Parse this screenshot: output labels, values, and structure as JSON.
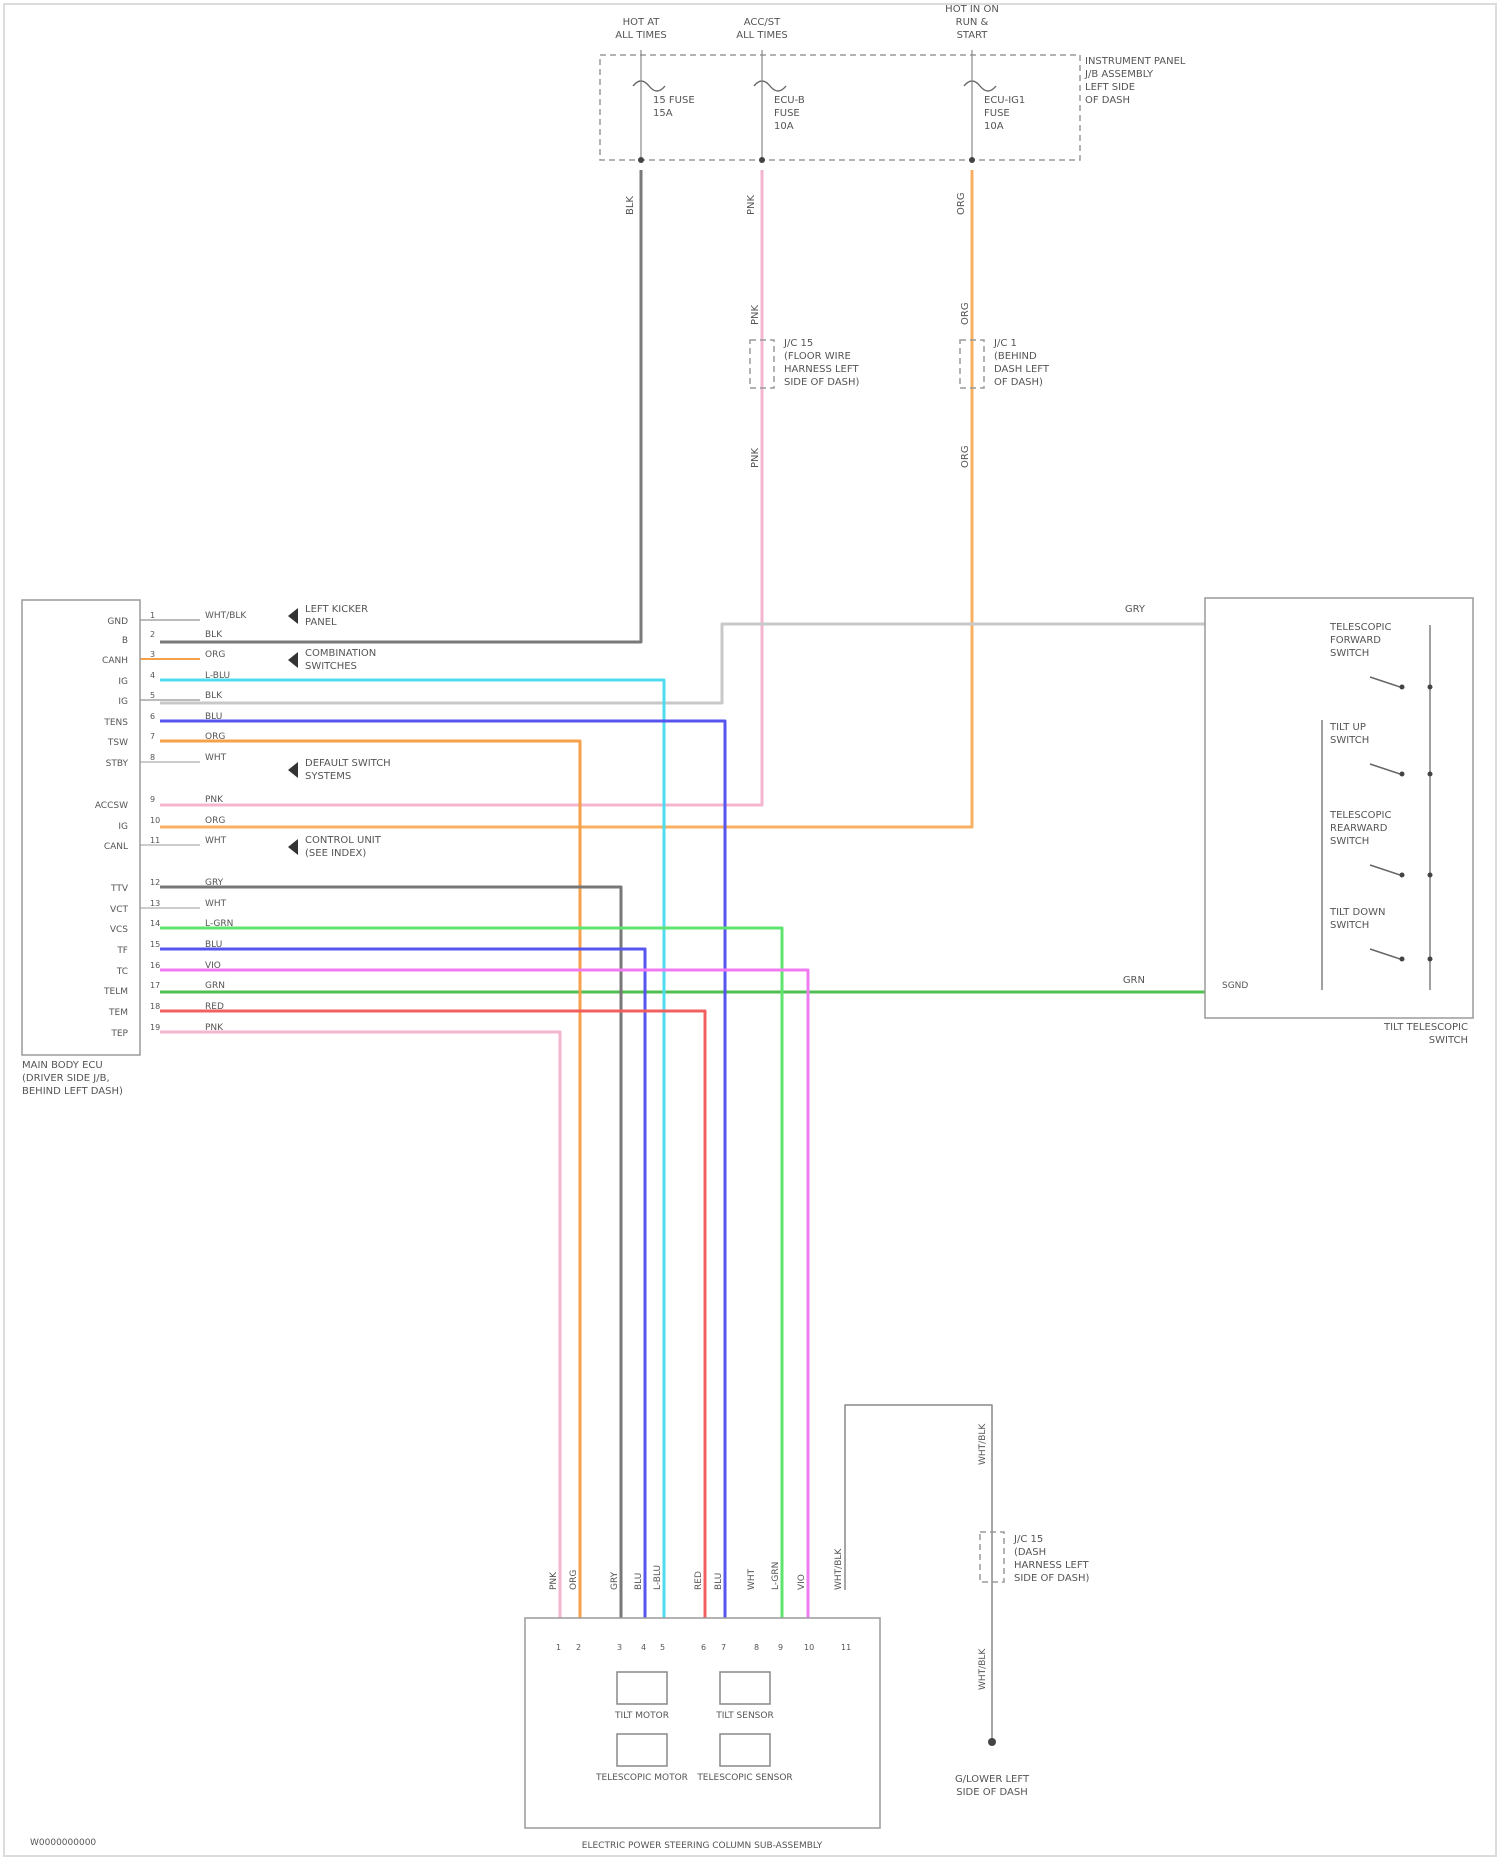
{
  "fuse_box": {
    "label_lines": [
      "INSTRUMENT PANEL",
      "J/B ASSEMBLY",
      "LEFT SIDE",
      "OF DASH"
    ],
    "circuits": [
      {
        "header": [
          "HOT AT",
          "ALL TIMES"
        ],
        "fuse": [
          "15 FUSE",
          "15A"
        ],
        "wire": "BLK",
        "wire_color": "#7a7a7a"
      },
      {
        "header": [
          "ACC/ST",
          "ALL TIMES"
        ],
        "fuse": [
          "ECU-B",
          "FUSE",
          "10A"
        ],
        "wire": "PNK",
        "wire_color": "#f4b6cf"
      },
      {
        "header": [
          "HOT IN ON",
          "RUN &",
          "START"
        ],
        "fuse": [
          "ECU-IG1",
          "FUSE",
          "10A"
        ],
        "wire": "ORG",
        "wire_color": "#f7b062"
      }
    ]
  },
  "junctions": [
    {
      "label": [
        "J/C 15",
        "(FLOOR WIRE",
        "HARNESS LEFT",
        "SIDE OF DASH)"
      ],
      "wire_in": "PNK",
      "wire_out": "PNK"
    },
    {
      "label": [
        "J/C 1",
        "(BEHIND",
        "DASH LEFT",
        "OF DASH)"
      ],
      "wire_in": "ORG",
      "wire_out": "ORG"
    }
  ],
  "ecu": {
    "title_lines": [
      "MAIN BODY ECU",
      "(DRIVER SIDE J/B,",
      "BEHIND LEFT DASH)"
    ],
    "pins": [
      {
        "name": "GND",
        "color": "#bbbbbb",
        "wire": "WHT/BLK"
      },
      {
        "name": "B",
        "color": "#6f6f6f",
        "wire": "BLK"
      },
      {
        "name": "CANH",
        "color": "#f5a04a",
        "wire": "ORG"
      },
      {
        "name": "IG",
        "color": "#4fdcee",
        "wire": "L-BLU"
      },
      {
        "name": "IG",
        "color": "#bbbbbb",
        "wire": "BLK"
      },
      {
        "name": "TENS",
        "color": "#5656ee",
        "wire": "BLU"
      },
      {
        "name": "TSW",
        "color": "#f5a04a",
        "wire": "ORG"
      },
      {
        "name": "STBY",
        "color": "#cccccc",
        "wire": "WHT"
      },
      {
        "name": "ACCSW",
        "color": "#f4b6cf",
        "wire": "PNK"
      },
      {
        "name": "IG",
        "color": "#f5a04a",
        "wire": "ORG"
      },
      {
        "name": "CANL",
        "color": "#cccccc",
        "wire": "WHT"
      },
      {
        "name": "TTV",
        "color": "#777777",
        "wire": "GRY"
      },
      {
        "name": "VCT",
        "color": "#cccccc",
        "wire": "WHT"
      },
      {
        "name": "VCS",
        "color": "#5fe46f",
        "wire": "L-GRN"
      },
      {
        "name": "TF",
        "color": "#5656ee",
        "wire": "BLU"
      },
      {
        "name": "TC",
        "color": "#f07af0",
        "wire": "VIO"
      },
      {
        "name": "TELM",
        "color": "#4fbf4f",
        "wire": "GRN"
      },
      {
        "name": "TEM",
        "color": "#f06060",
        "wire": "RED"
      },
      {
        "name": "TEP",
        "color": "#f4b6cf",
        "wire": "PNK"
      }
    ],
    "notes": [
      {
        "lines": [
          "LEFT KICKER",
          "PANEL"
        ]
      },
      {
        "lines": [
          "COMBINATION",
          "SWITCHES"
        ]
      },
      {
        "lines": [
          "DEFAULT SWITCH",
          "SYSTEMS"
        ]
      },
      {
        "lines": [
          "CONTROL UNIT",
          "(SEE INDEX)"
        ]
      }
    ]
  },
  "switch_assembly": {
    "title_lines": [
      "TILT TELESCOPIC",
      "SWITCH"
    ],
    "top_wire": "GRY",
    "bottom_wire": "GRN",
    "ground_pin": "SGND",
    "switches": [
      {
        "lines": [
          "TELESCOPIC",
          "FORWARD",
          "SWITCH"
        ]
      },
      {
        "lines": [
          "TILT UP",
          "SWITCH"
        ]
      },
      {
        "lines": [
          "TELESCOPIC",
          "REARWARD",
          "SWITCH"
        ]
      },
      {
        "lines": [
          "TILT DOWN",
          "SWITCH"
        ]
      }
    ]
  },
  "column_assembly": {
    "title": "ELECTRIC POWER STEERING COLUMN SUB-ASSEMBLY",
    "wire_labels": [
      "PNK",
      "ORG",
      "GRY",
      "BLU",
      "L-BLU",
      "RED",
      "BLU",
      "WHT",
      "L-GRN",
      "VIO",
      "WHT/BLK"
    ],
    "motors": [
      {
        "label": "TILT MOTOR"
      },
      {
        "label": "TILT SENSOR"
      },
      {
        "label": "TELESCOPIC MOTOR"
      },
      {
        "label": "TELESCOPIC SENSOR"
      }
    ]
  },
  "ground": {
    "junction_lines": [
      "J/C 15",
      "(DASH",
      "HARNESS LEFT",
      "SIDE OF DASH)"
    ],
    "wire": "WHT/BLK",
    "label_lines": [
      "G/LOWER LEFT",
      "SIDE OF DASH"
    ]
  },
  "footer_code": "W0000000000"
}
